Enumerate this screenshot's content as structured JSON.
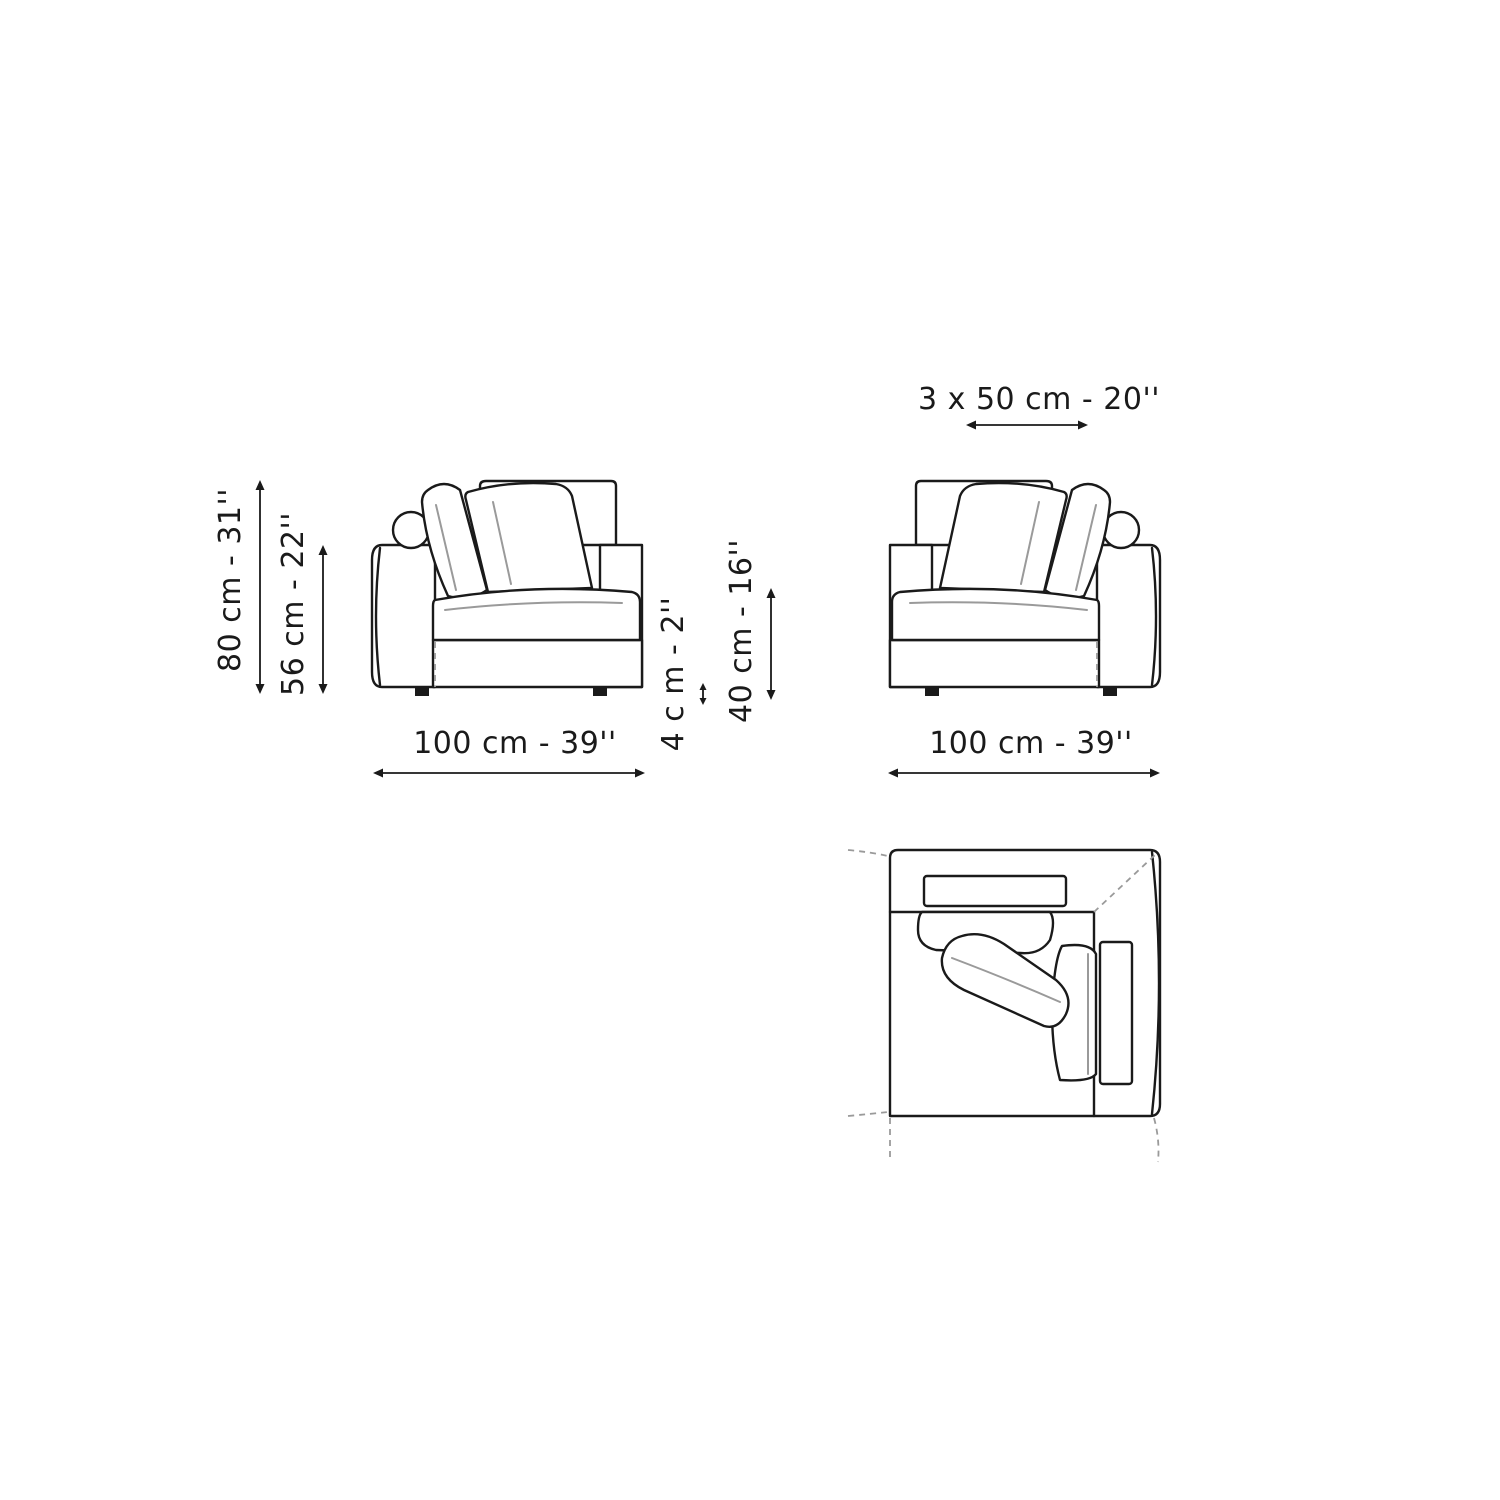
{
  "dimensions": {
    "total_height": "80 cm - 31''",
    "arm_height": "56 cm - 22''",
    "leg_height": "4 c m - 2''",
    "seat_height": "40 cm - 16''",
    "width_left": "100 cm - 39''",
    "width_right": "100 cm - 39''",
    "cushion_width": "3 x 50 cm - 20''"
  },
  "colors": {
    "line": "#1a1a1a",
    "detail": "#9a9a9a",
    "background": "#ffffff"
  }
}
